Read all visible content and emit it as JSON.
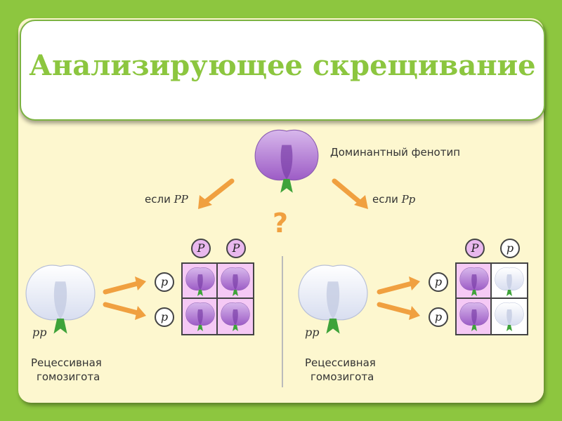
{
  "title": "Анализирующее скрещивание",
  "dominant_label": "Доминантный фенотип",
  "question_mark": "?",
  "left": {
    "branch_prefix": "если",
    "branch_genotype": "PP",
    "recessive_genotype": "pp",
    "recessive_line1": "Рецессивная",
    "recessive_line2": "гомозигота",
    "gametes_top": [
      "P",
      "P"
    ],
    "gametes_side": [
      "p",
      "p"
    ]
  },
  "right": {
    "branch_prefix": "если",
    "branch_genotype": "Pp",
    "recessive_genotype": "pp",
    "recessive_line1": "Рецессивная",
    "recessive_line2": "гомозигота",
    "gametes_top": [
      "P",
      "p"
    ],
    "gametes_side": [
      "p",
      "p"
    ]
  },
  "colors": {
    "background": "#8dc63f",
    "slide": "#fdf7cf",
    "title": "#8cc63f",
    "arrow": "#f0a040",
    "flower_purple": "#b985d6",
    "flower_white": "#f4f7ff",
    "cell_pink": "#f5c9f5"
  }
}
